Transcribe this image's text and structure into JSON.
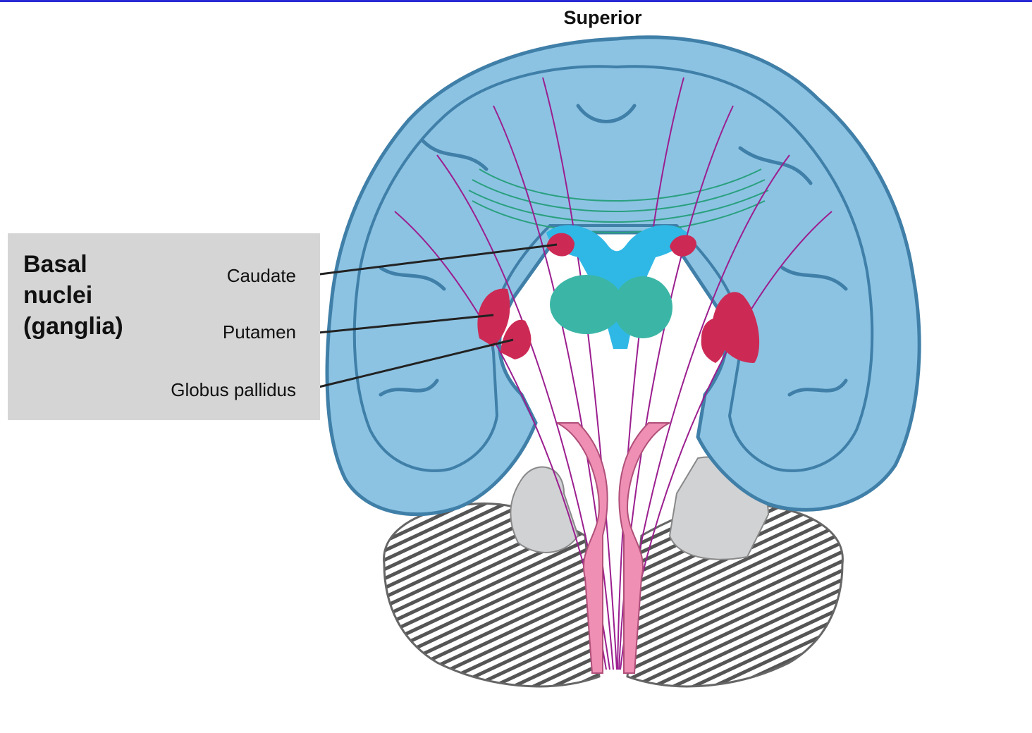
{
  "colors": {
    "top_rule": "#2b2bd6",
    "cortex": "#8cc3e3",
    "ventricle": "#2fb8e6",
    "thalamus": "#3bb6a6",
    "basal_nuclei": "#cc2a55",
    "brainstem": "#ee8fb3",
    "projection_fibers": "#9b1e8f",
    "commissural_fibers": "#2aa07f",
    "cerebellum_stripes": "#555555",
    "label_box": "#d5d5d5"
  },
  "orientation": {
    "top": "Superior"
  },
  "group": {
    "title_lines": [
      "Basal",
      "nuclei",
      "(ganglia)"
    ]
  },
  "labels": {
    "caudate": "Caudate",
    "putamen": "Putamen",
    "globus_pallidus": "Globus pallidus"
  }
}
